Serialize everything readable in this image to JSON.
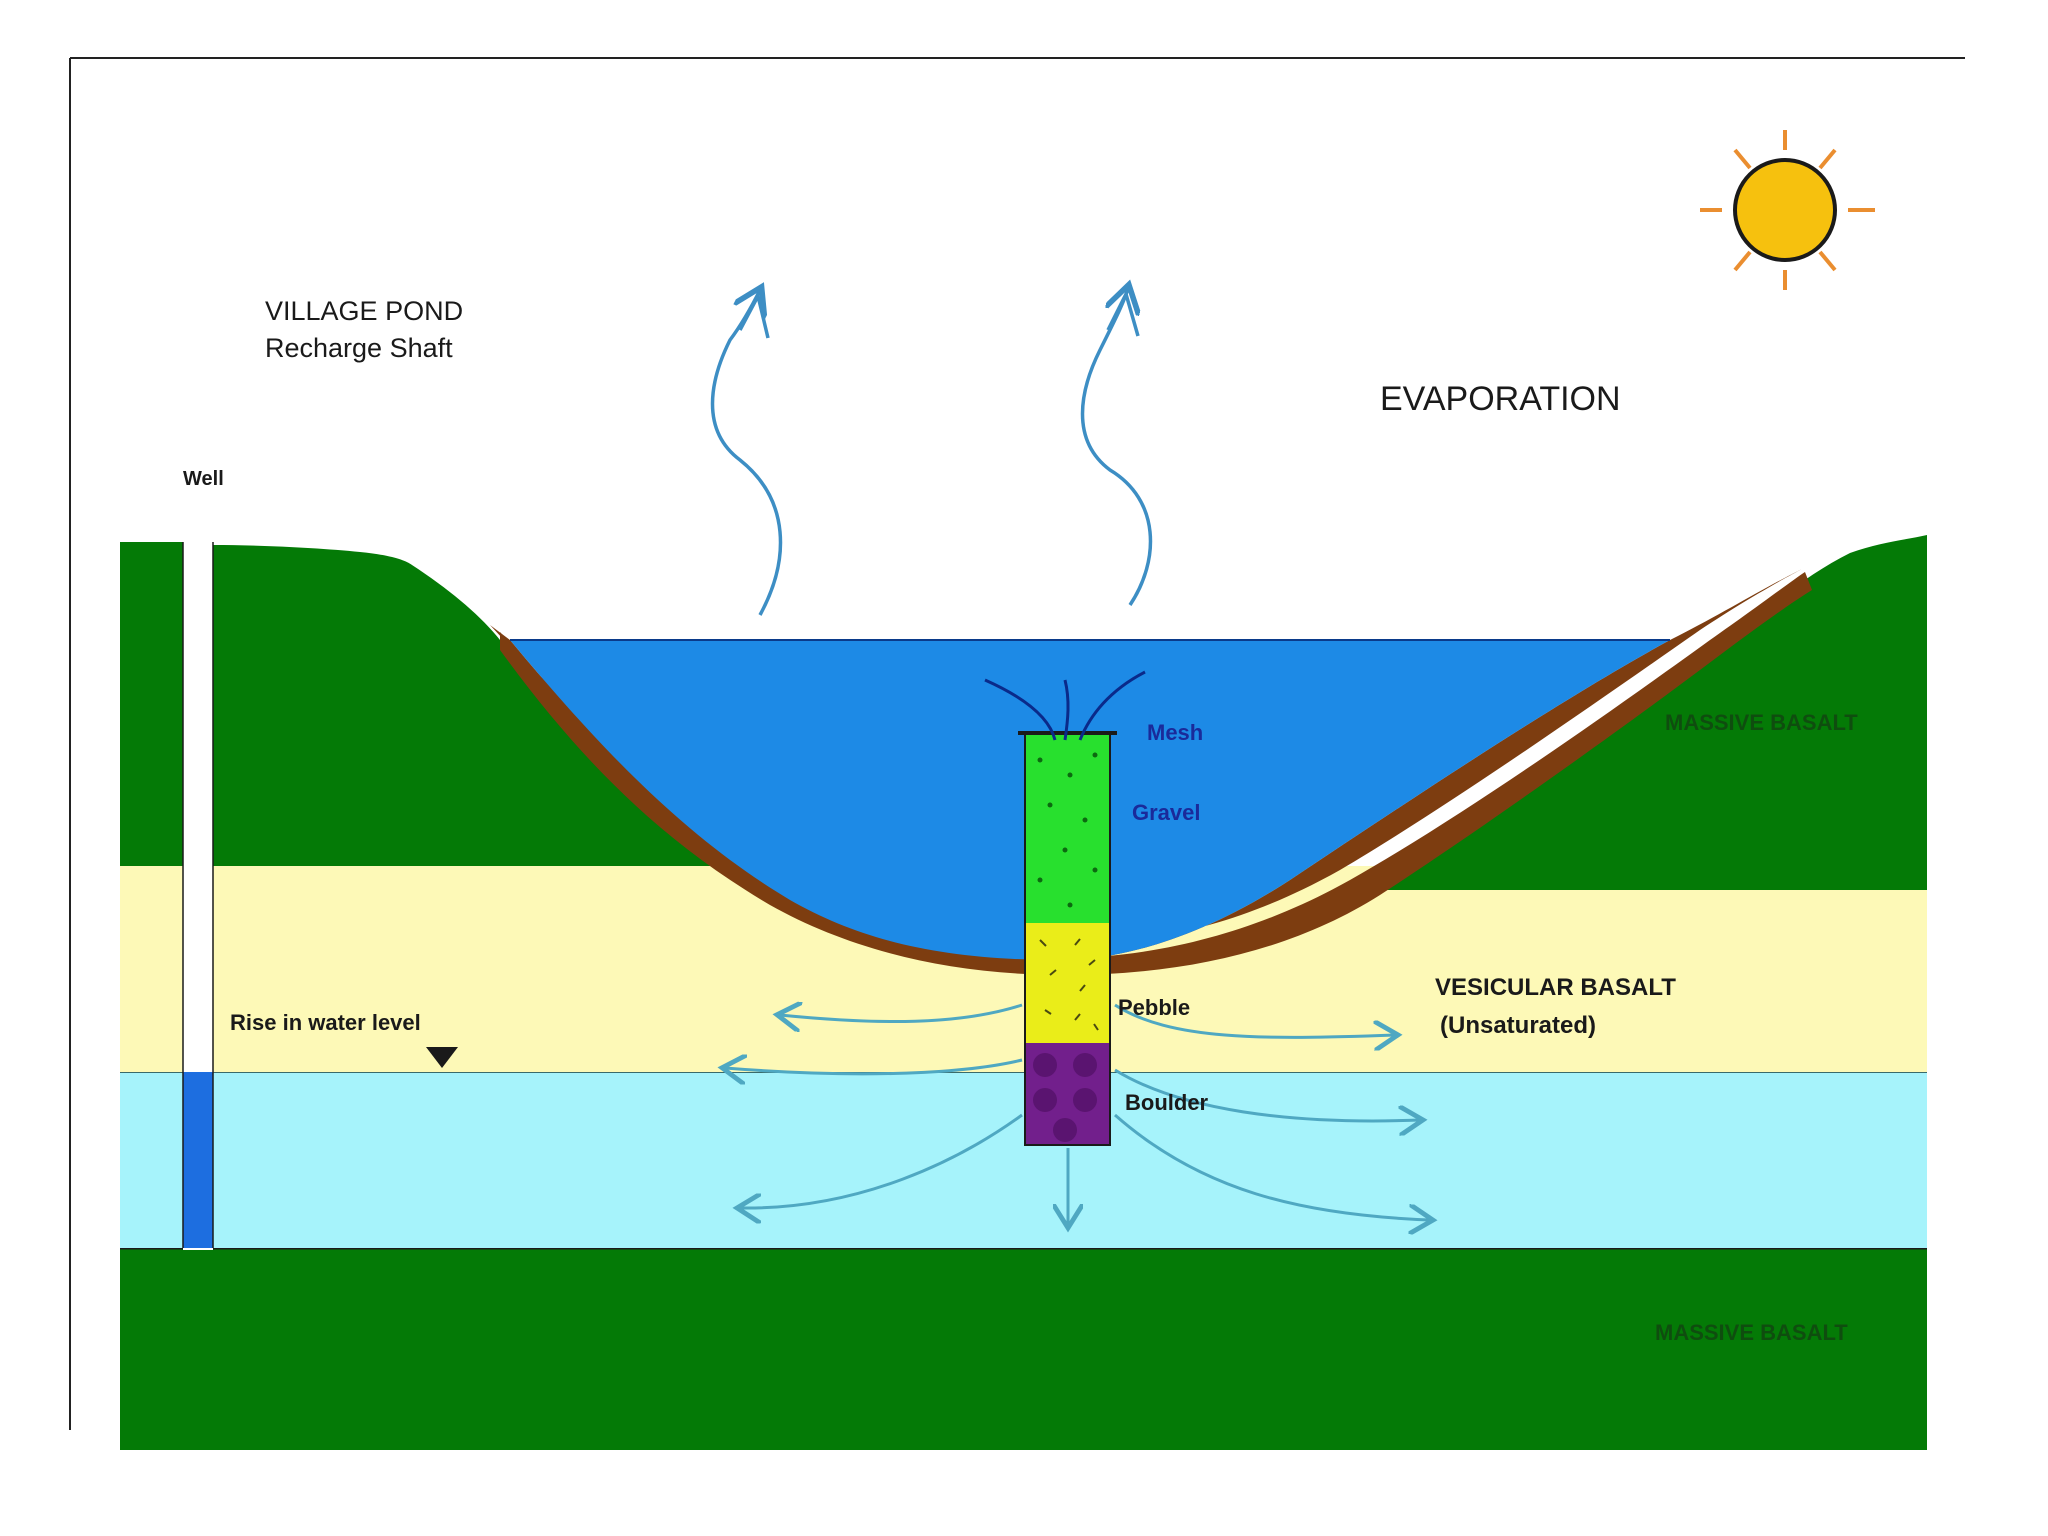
{
  "labels": {
    "title_line1": "VILLAGE POND",
    "title_line2": "Recharge Shaft",
    "evaporation": "EVAPORATION",
    "well": "Well",
    "massive_basalt_top": "MASSIVE BASALT",
    "massive_basalt_bottom": "MASSIVE BASALT",
    "mesh": "Mesh",
    "gravel": "Gravel",
    "pebble": "Pebble",
    "boulder": "Boulder",
    "vesicular_basalt": "VESICULAR BASALT",
    "unsaturated": "(Unsaturated)",
    "rise_in_water_level": "Rise in water level"
  },
  "icons": {
    "sun": "sun-icon",
    "water_level_marker": "inverted-triangle-icon",
    "evaporation_arrows": "wavy-up-arrow-icon"
  },
  "colors": {
    "massive_basalt": "#047a06",
    "vesicular_basalt": "#fdf9b7",
    "saturated_zone": "#a6f3fb",
    "pond_water": "#1d8ae6",
    "clay_lining": "#7d3d10",
    "gravel": "#28e02e",
    "pebble": "#eaed19",
    "boulder": "#721f8c",
    "sun": "#f6c10e",
    "arrow_blue": "#3d8ec4",
    "flow_arrow": "#4fa8c2"
  }
}
